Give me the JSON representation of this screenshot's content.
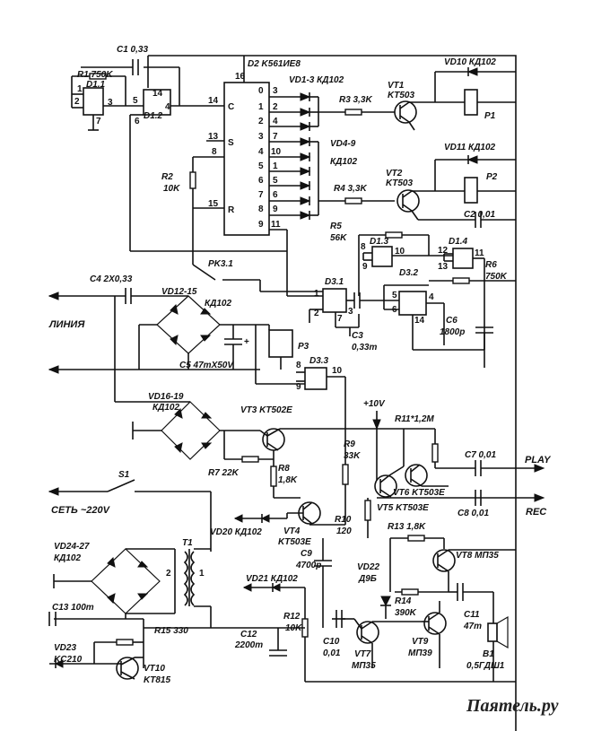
{
  "title": "",
  "chips": {
    "d2": "D2 K561ИЕ8",
    "d1_1": "D1.1",
    "d1_2": "D1.2",
    "d1_3": "D1.3",
    "d1_4": "D1.4",
    "d3_1": "D3.1",
    "d3_2": "D3.2",
    "d3_3": "D3.3"
  },
  "counter": {
    "pin_vcc": "16",
    "pin_c": "14",
    "pin_s": "13",
    "pin_8": "8",
    "pin_r": "15",
    "label_c": "C",
    "label_s": "S",
    "label_r": "R",
    "outputs": [
      "0",
      "1",
      "2",
      "3",
      "4",
      "5",
      "6",
      "7",
      "8",
      "9"
    ],
    "pins": [
      "3",
      "2",
      "4",
      "7",
      "10",
      "1",
      "5",
      "6",
      "9",
      "11"
    ]
  },
  "labels": {
    "c1": "C1 0,33",
    "r1": "R1 750K",
    "r2": "R2",
    "r2v": "10K",
    "vd1_3": "VD1-3 КД102",
    "r3": "R3 3,3K",
    "vt1": "VT1",
    "vt1t": "KT503",
    "vd10": "VD10 КД102",
    "p1": "P1",
    "vd4_9": "VD4-9",
    "vd4_9t": "КД102",
    "vd11": "VD11 КД102",
    "vt2": "VT2",
    "vt2t": "KT503",
    "r4": "R4 3,3K",
    "p2": "P2",
    "c2": "C2 0,01",
    "r5": "R5",
    "r5v": "56K",
    "r6": "R6",
    "r6v": "750K",
    "pk3_1": "PK3.1",
    "c4": "C4 2X0,33",
    "vd12_15": "VD12-15",
    "vd12_15t": "КД102",
    "linia": "ЛИНИЯ",
    "p3": "P3",
    "c5": "C5  47mX50V",
    "c3": "C3",
    "c3v": "0,33m",
    "c6": "C6",
    "c6v": "1800p",
    "vd16_19": "VD16-19",
    "vd16_19t": "КД102",
    "vt3": "VT3 KT502E",
    "plus10": "+10V",
    "r11": "R11*1,2M",
    "r7": "R7 22K",
    "r8": "R8",
    "r8v": "1,8K",
    "r9": "R9",
    "r9v": "33K",
    "c7": "C7 0,01",
    "play": "PLAY",
    "vt6": "VT6 KT503E",
    "vt5": "VT5 KT503E",
    "c8": "C8 0,01",
    "rec": "REC",
    "s1": "S1",
    "set": "СЕТЬ ~220V",
    "vt4": "VT4",
    "vt4t": "KT503E",
    "vd20": "VD20 КД102",
    "r10": "R10",
    "r10v": "120",
    "r13": "R13  1,8K",
    "vt8": "VT8 МП35",
    "vd24_27": "VD24-27",
    "vd24_27t": "КД102",
    "t1": "T1",
    "t1_2": "2",
    "t1_1": "1",
    "c9": "C9",
    "c9v": "4700p",
    "vd21": "VD21 КД102",
    "vd22": "VD22",
    "vd22t": "Д9Б",
    "r14": "R14",
    "r14v": "390K",
    "c11": "C11",
    "c11v": "47m",
    "c13": "C13 100m",
    "r15": "R15 330",
    "r12": "R12",
    "r12v": "10K",
    "vd23": "VD23",
    "vd23t": "KC210",
    "vt10": "VT10",
    "vt10t": "KT815",
    "c12": "C12",
    "c12v": "2200m",
    "c10": "C10",
    "c10v": "0,01",
    "vt7": "VT7",
    "vt7t": "МП35",
    "vt9": "VT9",
    "vt9t": "МП39",
    "b1": "B1",
    "b1t": "0,5ГДШ1"
  },
  "pins": {
    "d1_1_1": "1",
    "d1_1_2": "2",
    "d1_1_3": "3",
    "d1_1_7": "7",
    "d1_2_5": "5",
    "d1_2_6": "6",
    "d1_2_14": "14",
    "d1_2_4": "4",
    "d1_3_8": "8",
    "d1_3_9": "9",
    "d1_3_10": "10",
    "d1_4_12": "12",
    "d1_4_13": "13",
    "d1_4_11": "11",
    "d3_1_1": "1",
    "d3_1_2": "2",
    "d3_1_7": "7",
    "d3_1_3": "3",
    "d3_2_5": "5",
    "d3_2_6": "6",
    "d3_2_4": "4",
    "d3_2_14": "14",
    "d3_3_8": "8",
    "d3_3_9": "9",
    "d3_3_10": "10"
  },
  "watermark": "Паятель.ру"
}
